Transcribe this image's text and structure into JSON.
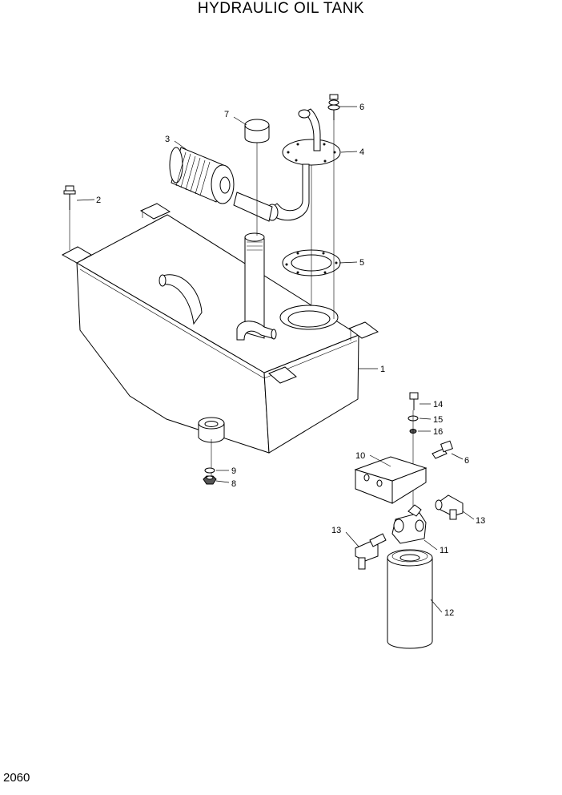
{
  "title": "HYDRAULIC OIL TANK",
  "page_number": "2060",
  "callouts": {
    "c1": "1",
    "c2": "2",
    "c3": "3",
    "c4": "4",
    "c5": "5",
    "c6a": "6",
    "c6b": "6",
    "c7": "7",
    "c8": "8",
    "c9": "9",
    "c10": "10",
    "c11": "11",
    "c12": "12",
    "c13a": "13",
    "c13b": "13",
    "c14": "14",
    "c15": "15",
    "c16": "16"
  }
}
